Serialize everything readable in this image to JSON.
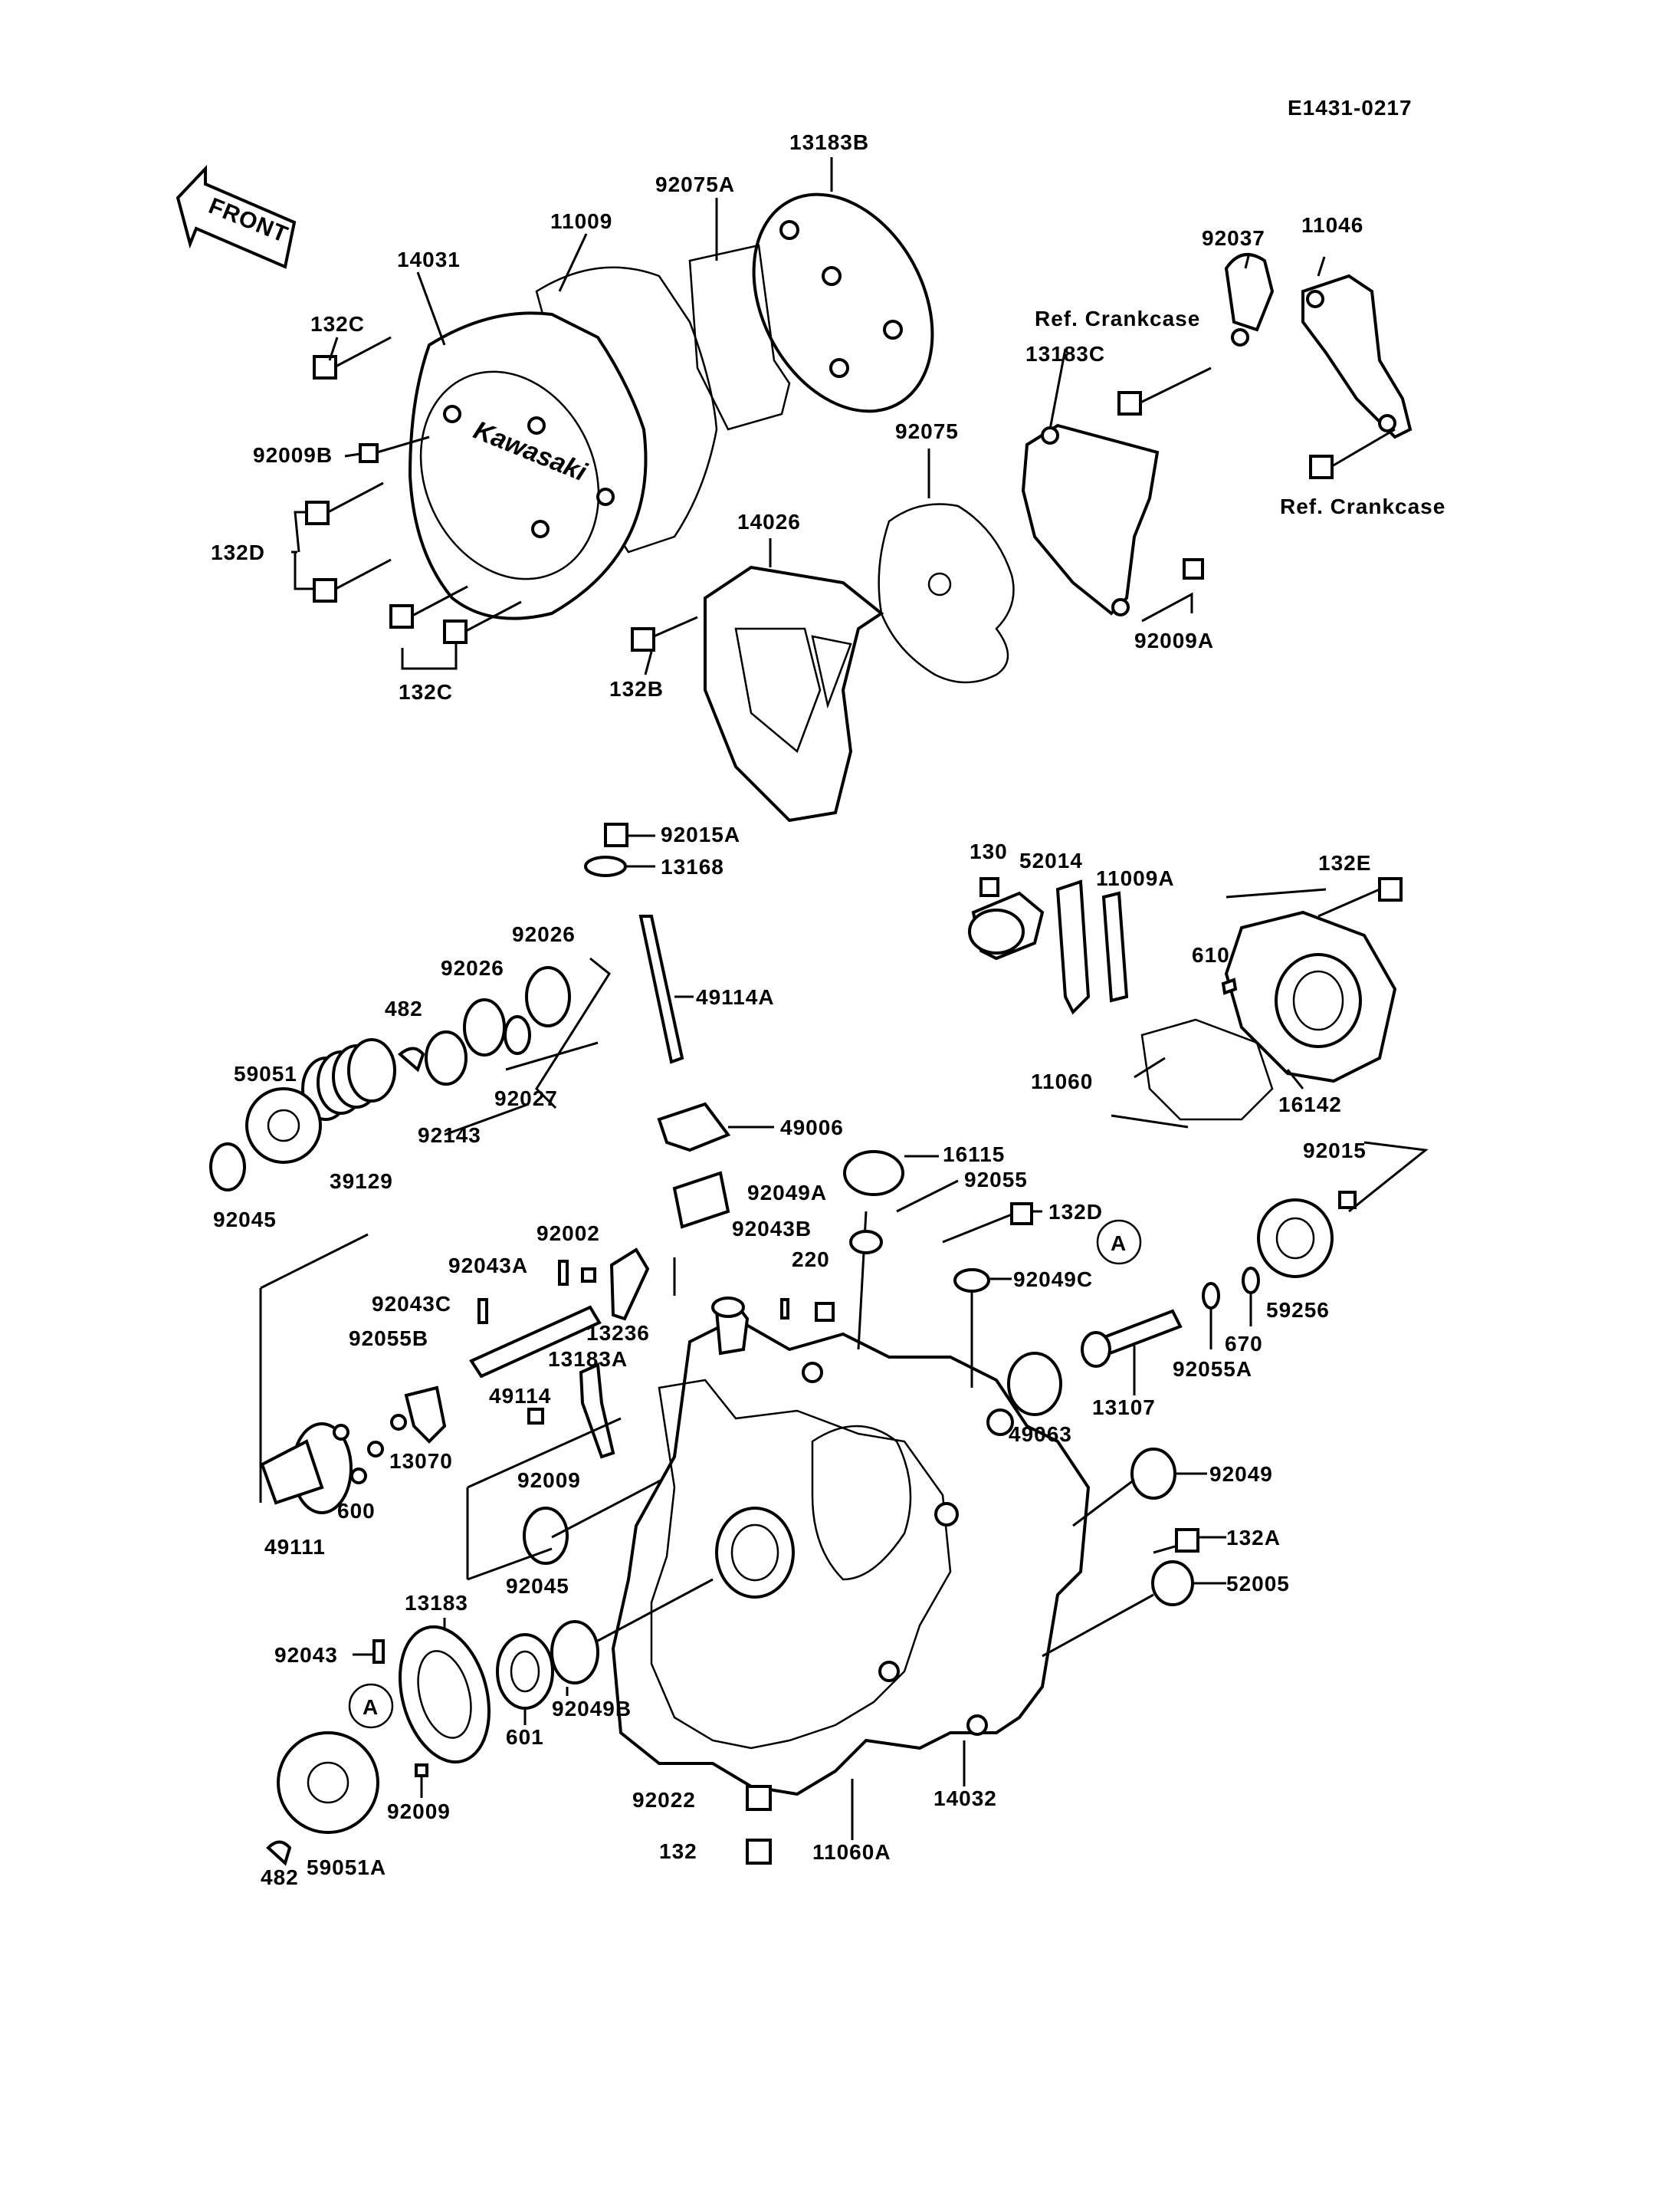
{
  "diagram_code": "E1431-0217",
  "front_arrow": "FRONT",
  "cover_brand": "Kawasaki",
  "circle_marker": "A",
  "labels": {
    "p13183B": "13183B",
    "p92075A": "92075A",
    "p11009": "11009",
    "p14031": "14031",
    "p132C_a": "132C",
    "p92009B": "92009B",
    "p132D_a": "132D",
    "p132C_b": "132C",
    "p92037": "92037",
    "p11046": "11046",
    "p13183C": "13183C",
    "ref_crankcase_a": "Ref. Crankcase",
    "ref_crankcase_b": "Ref. Crankcase",
    "p92075": "92075",
    "p14026": "14026",
    "p132B": "132B",
    "p92009A": "92009A",
    "p92015A": "92015A",
    "p13168": "13168",
    "p49114A": "49114A",
    "p92026_a": "92026",
    "p92026_b": "92026",
    "p482_a": "482",
    "p92027": "92027",
    "p92143": "92143",
    "p59051": "59051",
    "p39129": "39129",
    "p92045_a": "92045",
    "p49006": "49006",
    "p16115": "16115",
    "p92055": "92055",
    "p92049A": "92049A",
    "p92043B": "92043B",
    "p92002": "92002",
    "p92043A": "92043A",
    "p220": "220",
    "p132D_b": "132D",
    "p92043C": "92043C",
    "p13236": "13236",
    "p92049C": "92049C",
    "p92055B": "92055B",
    "p13183A": "13183A",
    "p49114": "49114",
    "p13070": "13070",
    "p92009_a": "92009",
    "p600": "600",
    "p49111": "49111",
    "p92045_b": "92045",
    "p49063": "49063",
    "p13107": "13107",
    "p92055A": "92055A",
    "p670": "670",
    "p59256": "59256",
    "p92015": "92015",
    "p92049": "92049",
    "p132A": "132A",
    "p52005": "52005",
    "p13183": "13183",
    "p92043": "92043",
    "p601": "601",
    "p92049B": "92049B",
    "p92009_b": "92009",
    "p482_b": "482",
    "p59051A": "59051A",
    "p92022": "92022",
    "p132": "132",
    "p11060A": "11060A",
    "p14032": "14032",
    "p130": "130",
    "p52014": "52014",
    "p11009A": "11009A",
    "p132E": "132E",
    "p610": "610",
    "p11060": "11060",
    "p16142": "16142"
  }
}
